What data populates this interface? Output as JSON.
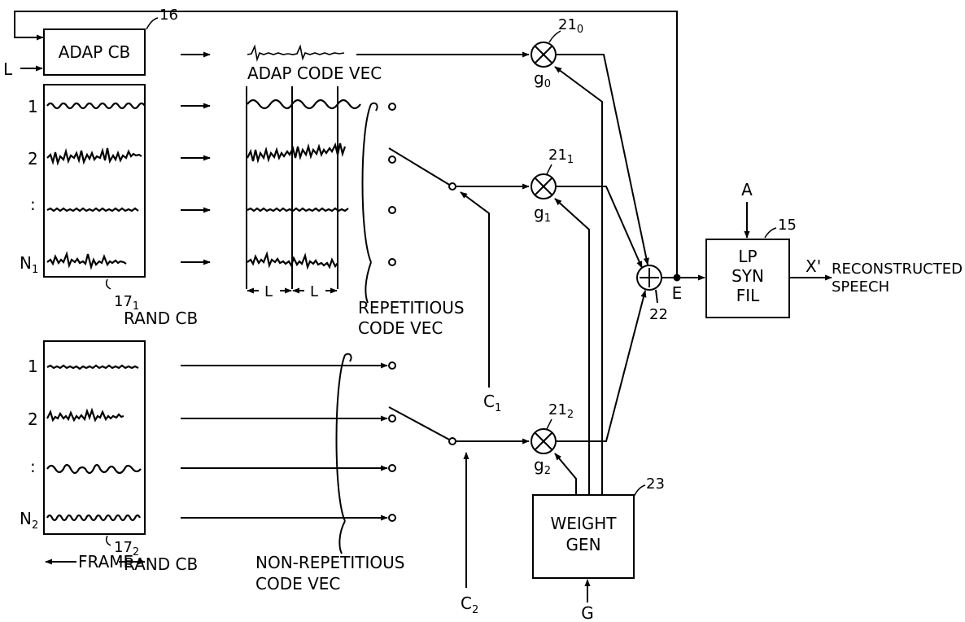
{
  "diagram": {
    "adaptive": {
      "box_label": "ADAP CB",
      "ref": "16",
      "input_label": "L",
      "vector_label": "ADAP CODE VEC"
    },
    "rand1": {
      "ref": "17",
      "ref_sub": "1",
      "name": "RAND CB",
      "row_labels": [
        "1",
        "2",
        ":",
        "N"
      ],
      "last_row_sub": "1",
      "segment_label": "L",
      "vector_label_line1": "REPETITIOUS",
      "vector_label_line2": "CODE VEC",
      "control": "C",
      "control_sub": "1"
    },
    "rand2": {
      "ref": "17",
      "ref_sub": "2",
      "name": "RAND CB",
      "row_labels": [
        "1",
        "2",
        ":",
        "N"
      ],
      "last_row_sub": "2",
      "frame_label": "FRAME",
      "vector_label_line1": "NON-REPETITIOUS",
      "vector_label_line2": "CODE VEC",
      "control": "C",
      "control_sub": "2"
    },
    "multipliers": [
      {
        "ref": "21",
        "ref_sub": "0",
        "gain": "g",
        "gain_sub": "0"
      },
      {
        "ref": "21",
        "ref_sub": "1",
        "gain": "g",
        "gain_sub": "1"
      },
      {
        "ref": "21",
        "ref_sub": "2",
        "gain": "g",
        "gain_sub": "2"
      }
    ],
    "adder": {
      "ref": "22",
      "output_label": "E"
    },
    "weight_gen": {
      "line1": "WEIGHT",
      "line2": "GEN",
      "ref": "23",
      "input": "G"
    },
    "filter": {
      "line1": "LP",
      "line2": "SYN",
      "line3": "FIL",
      "ref": "15",
      "input": "A",
      "output": "X'",
      "output_label_line1": "RECONSTRUCTED",
      "output_label_line2": "SPEECH"
    }
  }
}
